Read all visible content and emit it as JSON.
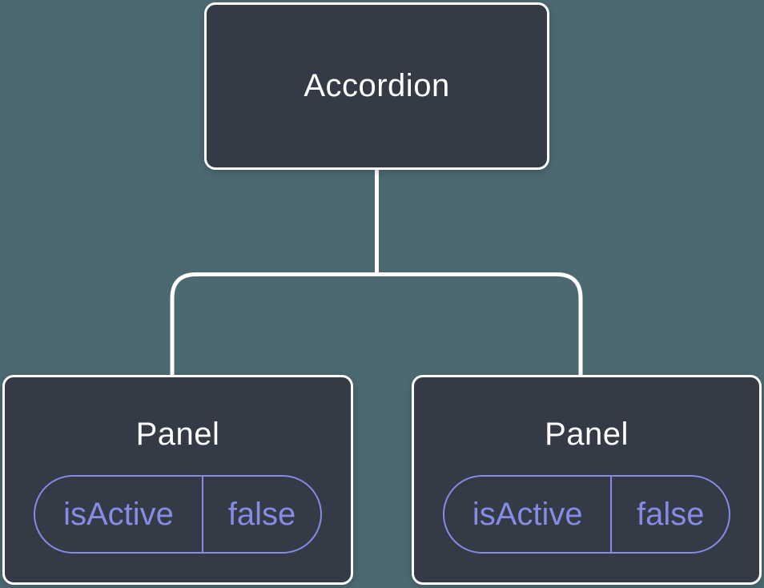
{
  "diagram": {
    "type": "component-tree",
    "root_node": {
      "label": "Accordion"
    },
    "panel_nodes": [
      {
        "title": "Panel",
        "state_pill": {
          "key": "isActive",
          "value": "false"
        }
      },
      {
        "title": "Panel",
        "state_pill": {
          "key": "isActive",
          "value": "false"
        }
      }
    ],
    "colors": {
      "background": "#4C6971",
      "node_fill": "#343A46",
      "node_border": "#FFFFFF",
      "node_text": "#FFFFFF",
      "connector": "#FFFFFF",
      "state_accent": "#848CE4"
    }
  }
}
